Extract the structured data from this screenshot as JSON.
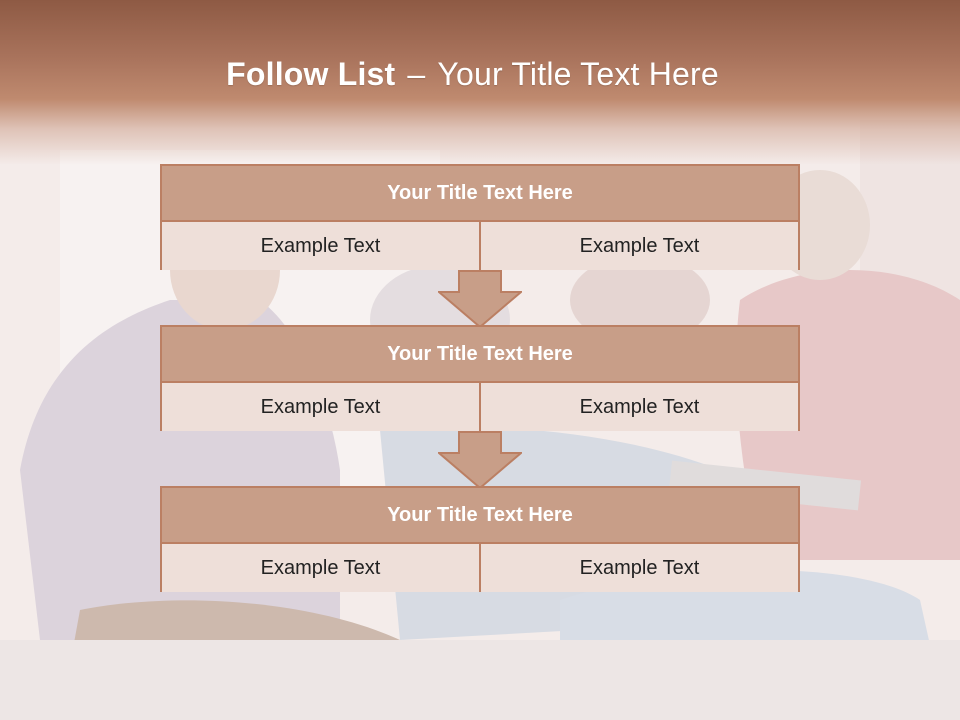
{
  "slide": {
    "title_bold": "Follow List",
    "title_sep": "–",
    "title_rest": "Your Title Text Here"
  },
  "blocks": [
    {
      "title": "Your Title Text Here",
      "left": "Example Text",
      "right": "Example Text"
    },
    {
      "title": "Your Title Text Here",
      "left": "Example Text",
      "right": "Example Text"
    },
    {
      "title": "Your Title Text Here",
      "left": "Example Text",
      "right": "Example Text"
    }
  ],
  "colors": {
    "header": "#a9735c",
    "block_head": "#c89e88",
    "block_border": "#bb7f63",
    "cell_bg": "#eedfd9",
    "arrow_fill": "#c89e88"
  },
  "icons": [
    "down-arrow-icon"
  ]
}
